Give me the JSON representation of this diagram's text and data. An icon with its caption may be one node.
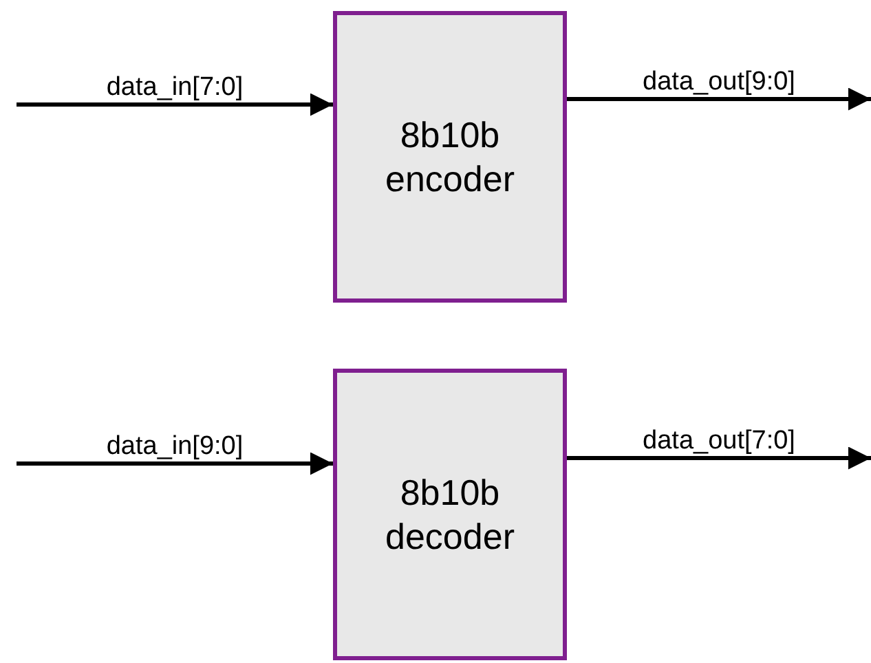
{
  "diagram": {
    "nodes": [
      {
        "text": [
          "8b10b encoder"
        ]
      },
      {
        "text": [
          "8b10b decoder"
        ]
      }
    ],
    "edges": [
      {
        "from": null,
        "to": 0,
        "arrow": "to",
        "label": "data_in[7:0]"
      },
      {
        "from": 0,
        "to": null,
        "arrow": "to",
        "label": "data_out[9:0]"
      },
      {
        "from": null,
        "to": 1,
        "arrow": "to",
        "label": "data_in[9:0]"
      },
      {
        "from": 1,
        "to": null,
        "arrow": "to",
        "label": "data_out[7:0]"
      }
    ]
  }
}
